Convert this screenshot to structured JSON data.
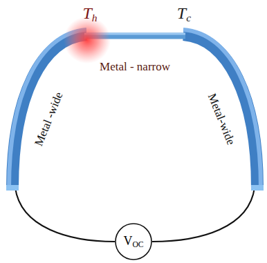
{
  "diagram": {
    "nodes": [
      {
        "text": [
          "VOC"
        ]
      }
    ],
    "labels": [
      "Th",
      "Tc",
      "Metal - narrow",
      "Metal -wide",
      "Metal-wide"
    ]
  }
}
